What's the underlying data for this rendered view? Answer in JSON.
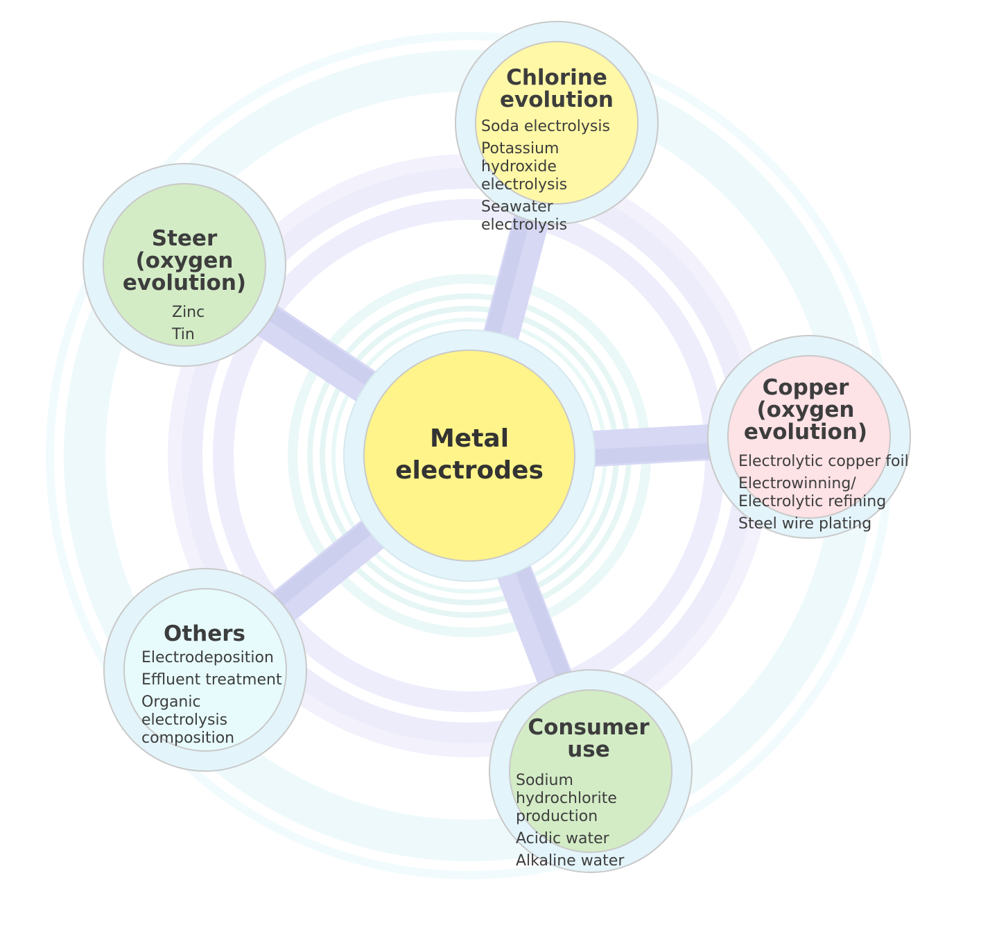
{
  "center": {
    "title": "Metal\nelectrodes",
    "fill": "#fff48a"
  },
  "nodes": [
    {
      "id": "chlorine",
      "title": "Chlorine\nevolution",
      "fill": "#fff8a6",
      "items": [
        "Soda electrolysis",
        "Potassium hydroxide\nelectrolysis",
        "Seawater electrolysis"
      ]
    },
    {
      "id": "copper",
      "title": "Copper\n(oxygen evolution)",
      "fill": "#fde2e6",
      "items": [
        "Electrolytic copper foil",
        "Electrowinning/\nElectrolytic refining",
        "Steel wire plating"
      ]
    },
    {
      "id": "consumer",
      "title": "Consumer use",
      "fill": "#d3ecc6",
      "items": [
        "Sodium hydrochlorite\nproduction",
        "Acidic water",
        "Alkaline water"
      ]
    },
    {
      "id": "others",
      "title": "Others",
      "fill": "#e7fbfc",
      "items": [
        "Electrodeposition",
        "Effluent treatment",
        "Organic electrolysis\ncomposition"
      ]
    },
    {
      "id": "steer",
      "title": "Steer\n(oxygen evolution)",
      "fill": "#d3ecc6",
      "items": [
        "Zinc",
        "Tin"
      ]
    }
  ],
  "colors": {
    "ring_outer": "#e3f4fa",
    "ring_border": "#c9c9c9",
    "connector": "#d5d7f3",
    "halo_lavender": "#ececfb",
    "halo_cyan": "#e9f9f8"
  }
}
